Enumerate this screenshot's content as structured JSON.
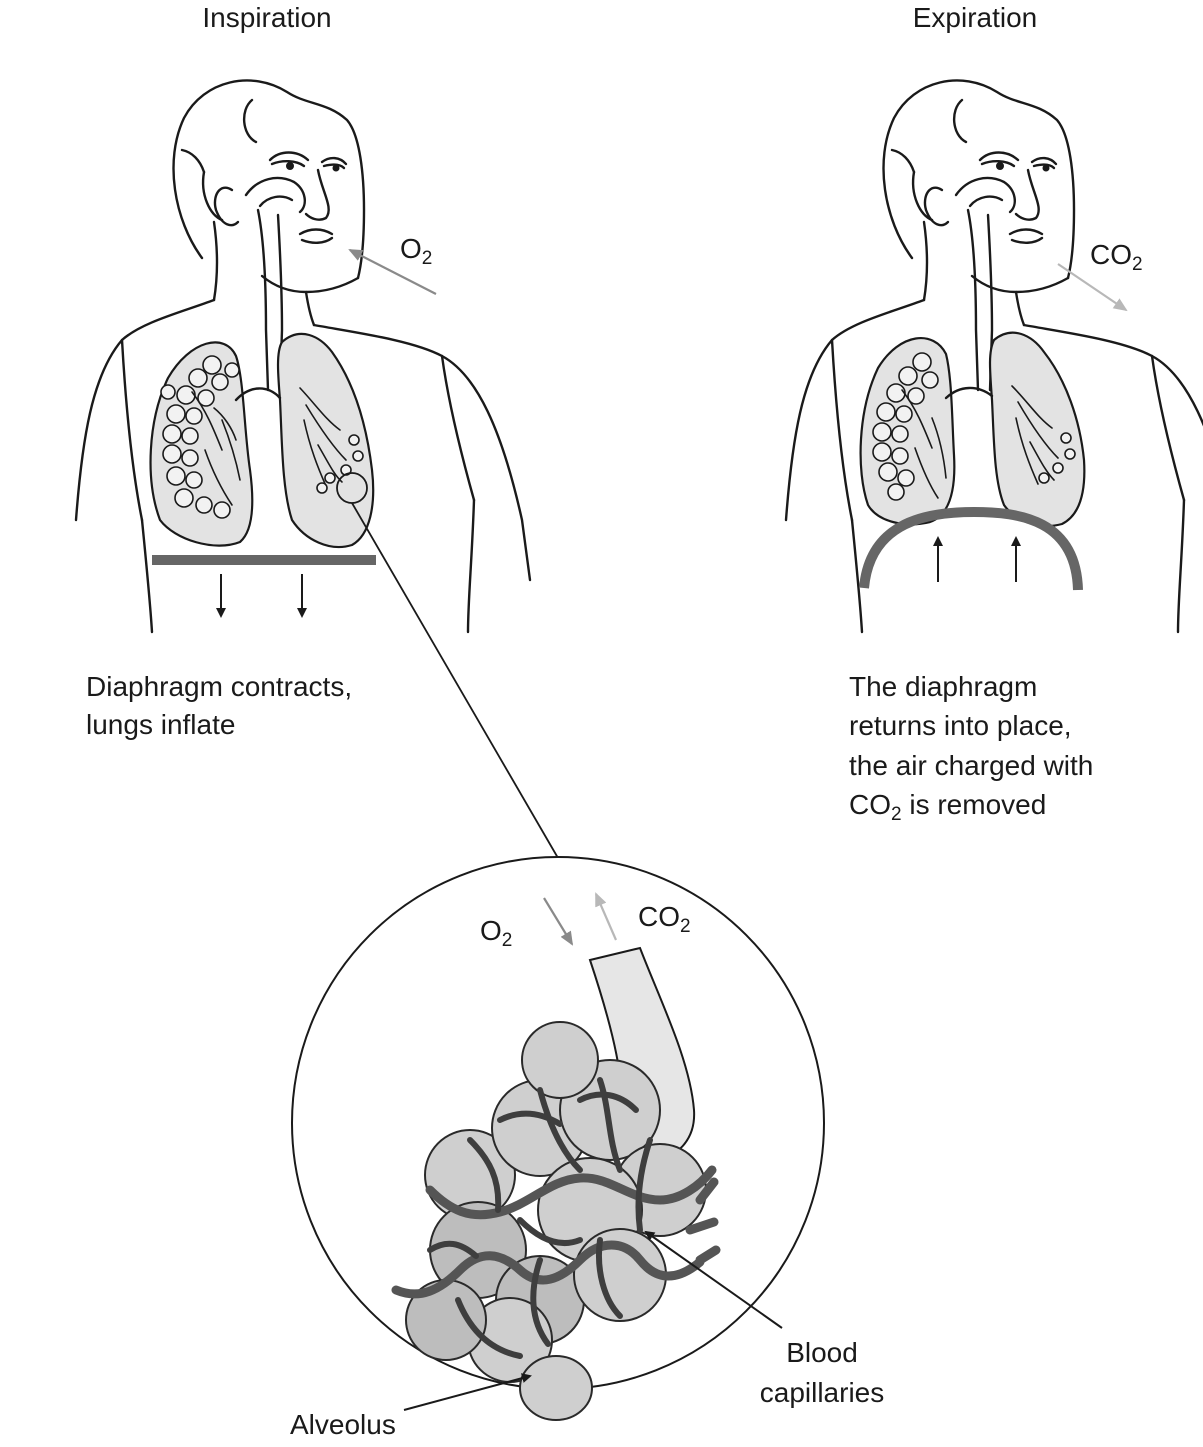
{
  "panels": {
    "inspiration": {
      "title": "Inspiration",
      "gas_symbol": "O",
      "gas_subscript": "2",
      "caption_line1": "Diaphragm contracts,",
      "caption_line2": "lungs inflate"
    },
    "expiration": {
      "title": "Expiration",
      "gas_symbol": "CO",
      "gas_subscript": "2",
      "caption_line1": "The diaphragm",
      "caption_line2": "returns into place,",
      "caption_line3": "the air charged with",
      "caption_line4_symbol": "CO",
      "caption_line4_subscript": "2",
      "caption_line4_rest": " is removed"
    }
  },
  "inset": {
    "o2_symbol": "O",
    "o2_subscript": "2",
    "co2_symbol": "CO",
    "co2_subscript": "2",
    "alveolus_label": "Alveolus",
    "capillaries_line1": "Blood",
    "capillaries_line2": "capillaries"
  },
  "colors": {
    "ink": "#1a1a1a",
    "lung_fill": "#e3e3e3",
    "diaphragm": "#666666",
    "o2_arrow": "#8a8a8a",
    "co2_arrow": "#b8b8b8",
    "capillary": "#555555"
  }
}
